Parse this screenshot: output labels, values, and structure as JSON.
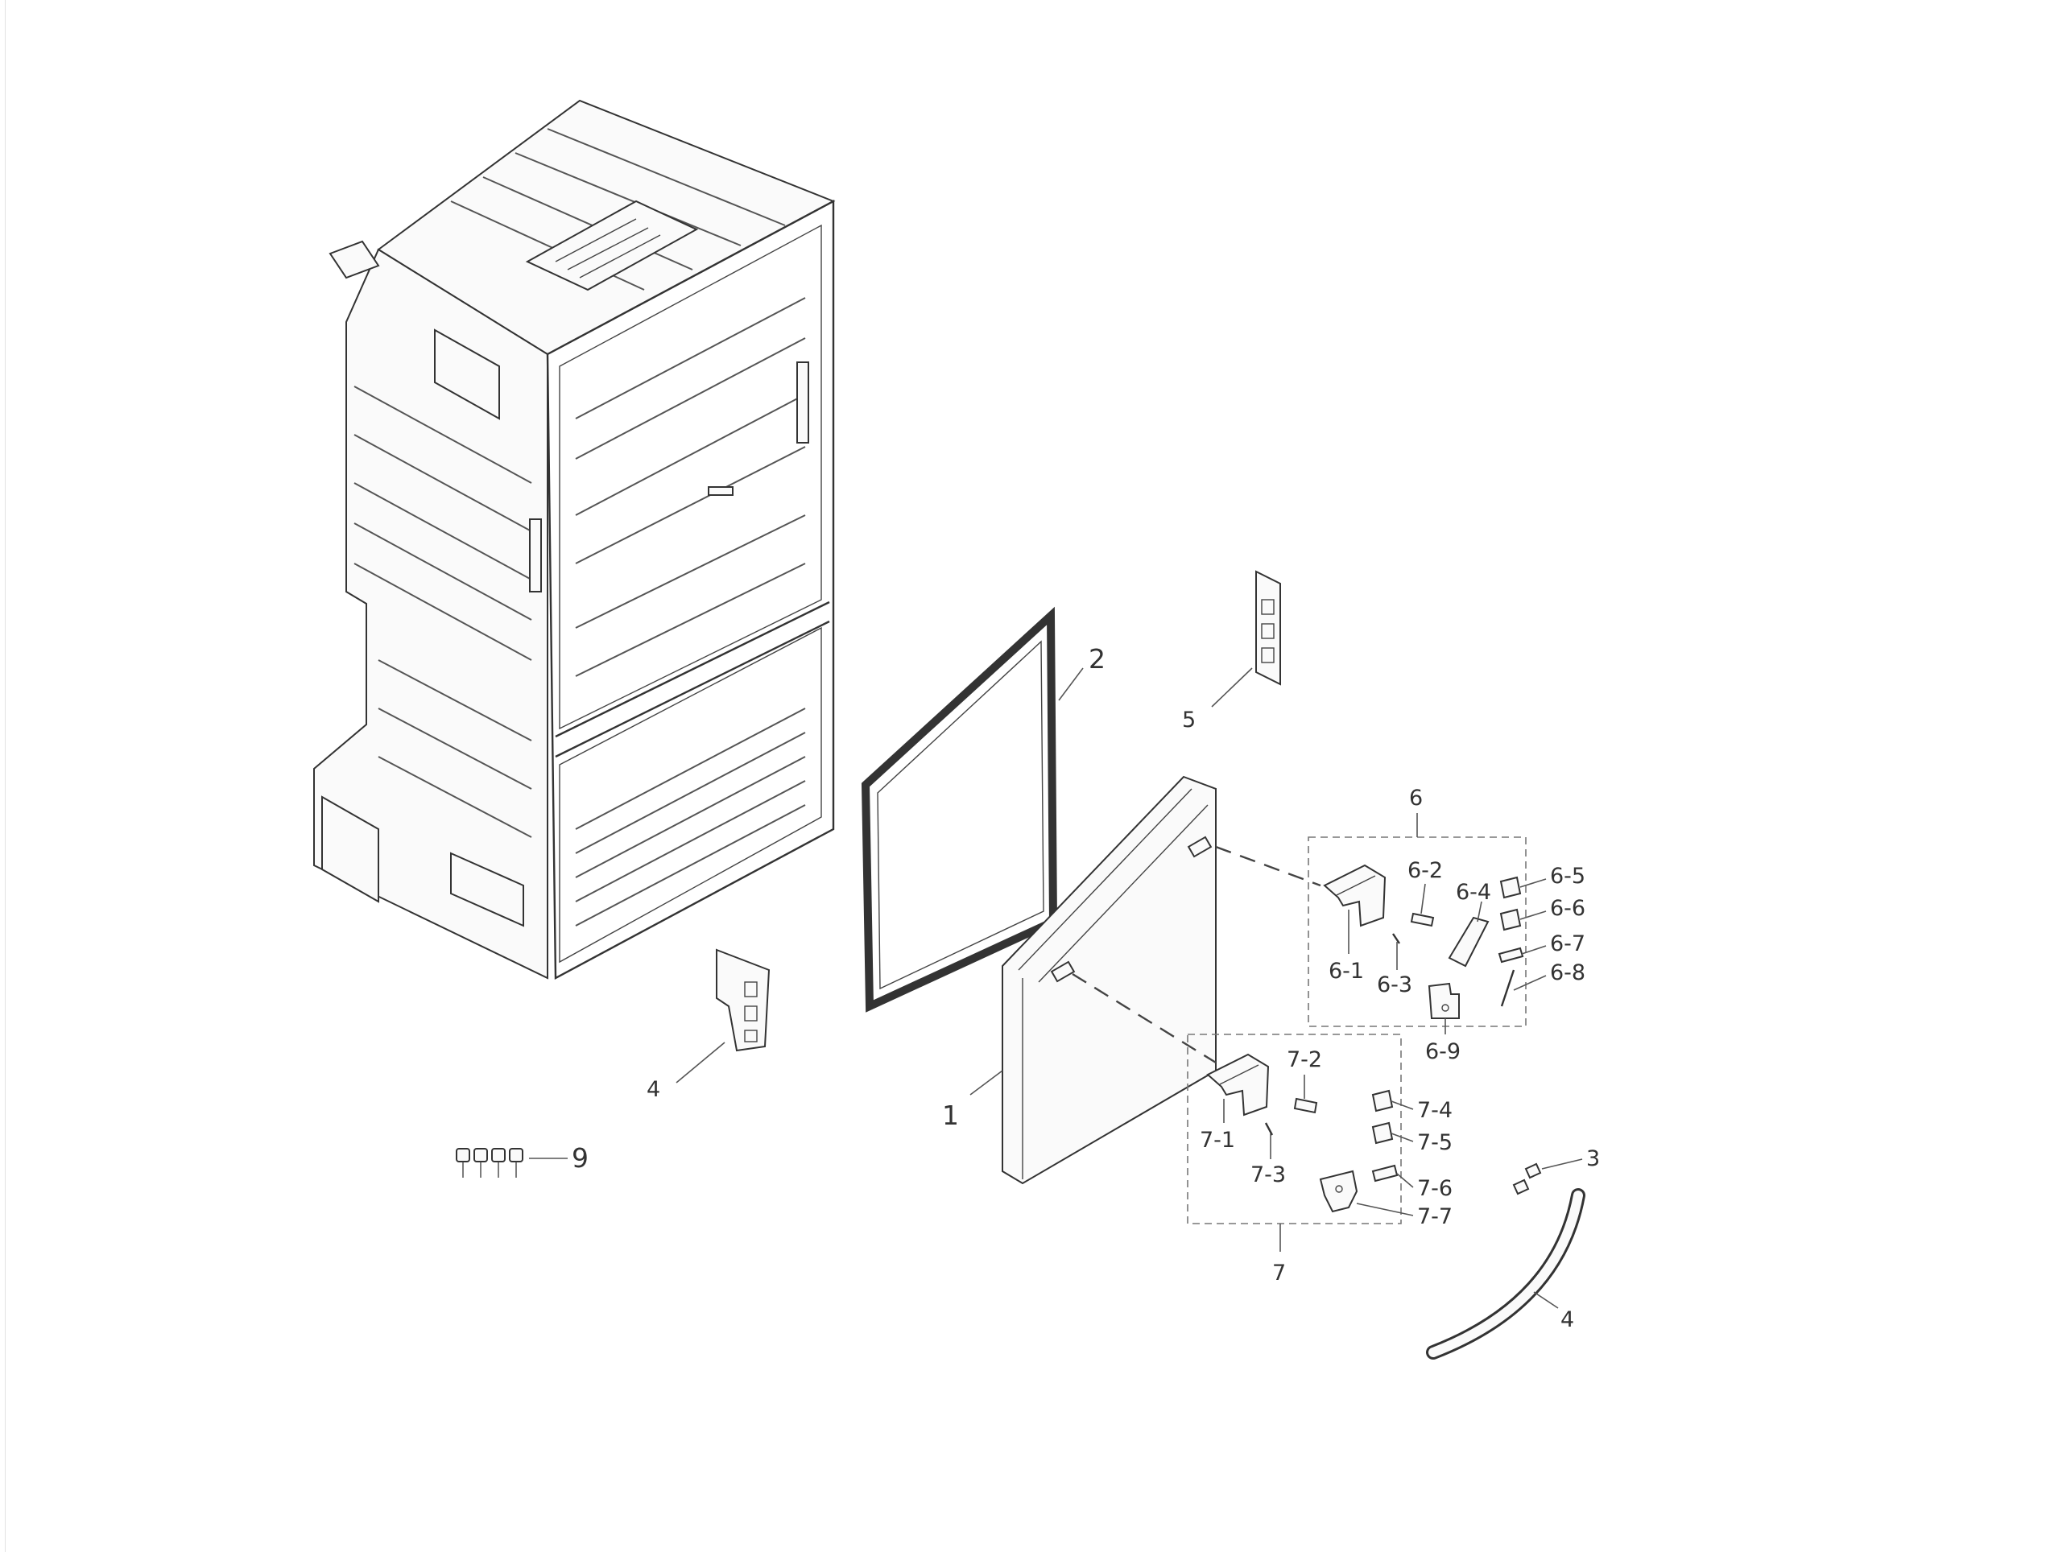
{
  "callouts": {
    "c1": "1",
    "c2": "2",
    "c3": "3",
    "c4a": "4",
    "c4b": "4",
    "c5": "5",
    "c6": "6",
    "c6_1": "6-1",
    "c6_2": "6-2",
    "c6_3": "6-3",
    "c6_4": "6-4",
    "c6_5": "6-5",
    "c6_6": "6-6",
    "c6_7": "6-7",
    "c6_8": "6-8",
    "c6_9": "6-9",
    "c7": "7",
    "c7_1": "7-1",
    "c7_2": "7-2",
    "c7_3": "7-3",
    "c7_4": "7-4",
    "c7_5": "7-5",
    "c7_6": "7-6",
    "c7_7": "7-7",
    "c9": "9"
  }
}
